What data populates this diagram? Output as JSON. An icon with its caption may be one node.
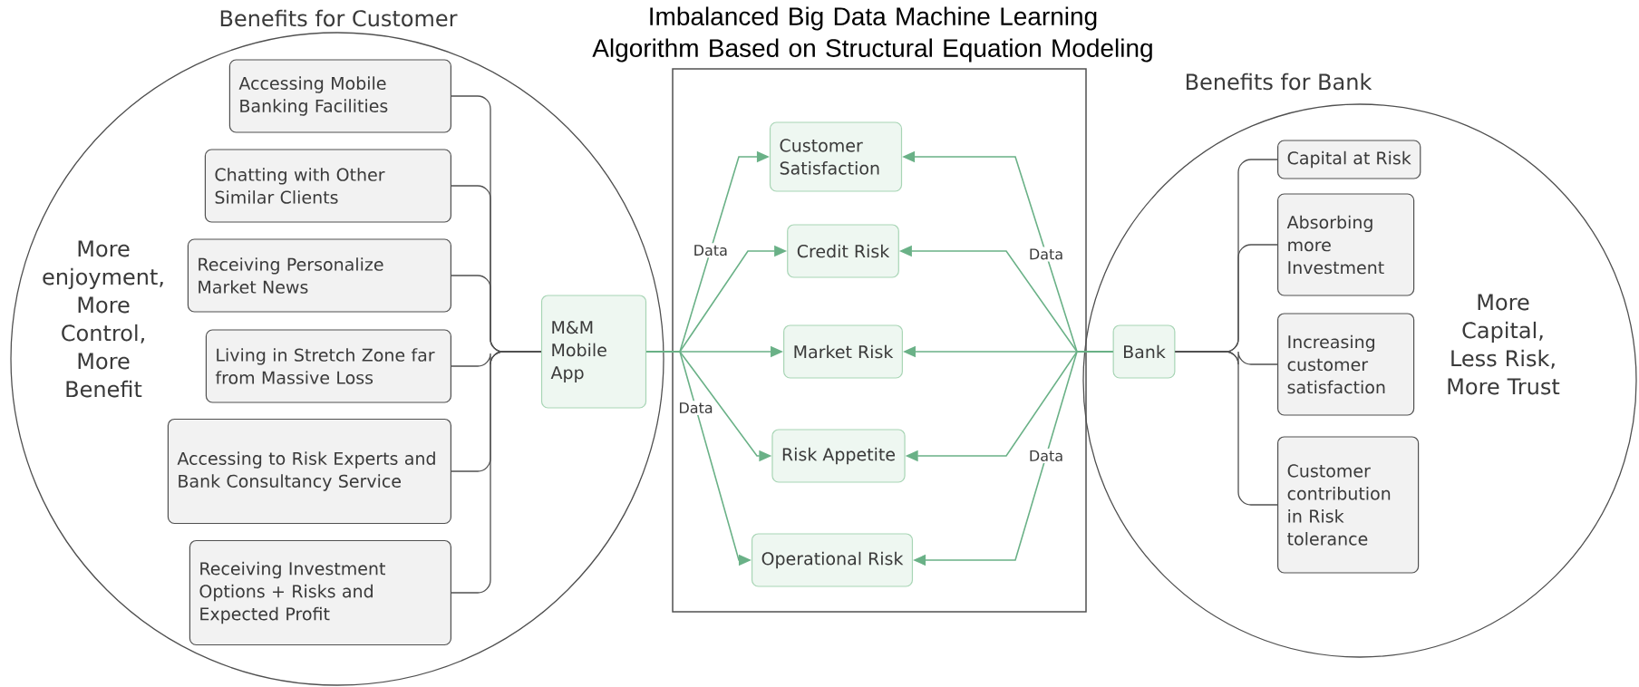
{
  "diagram": {
    "title": "Imbalanced Big Data Machine Learning Algorithm Based on Structural Equation Modeling",
    "nodes": [
      {
        "text": [
          "Benefits for Customer",
          "More enjoyment, More Control, More Benefit"
        ]
      },
      {
        "text": [
          "Accessing Mobile Banking Facilities"
        ],
        "in": 0
      },
      {
        "text": [
          "Chatting with Other Similar Clients"
        ],
        "in": 0
      },
      {
        "text": [
          "Receiving Personalize Market News"
        ],
        "in": 0
      },
      {
        "text": [
          "Living in Stretch Zone far from Massive Loss"
        ],
        "in": 0
      },
      {
        "text": [
          "Accessing to Risk Experts and Bank Consultancy Service"
        ],
        "in": 0
      },
      {
        "text": [
          "Receiving Investment Options + Risks and Expected Profit"
        ],
        "in": 0
      },
      {
        "text": [
          "M&M Mobile App"
        ],
        "in": 0
      },
      {
        "text": [],
        "shape": "box"
      },
      {
        "text": [
          "Customer Satisfaction"
        ],
        "in": 8
      },
      {
        "text": [
          "Credit Risk"
        ],
        "in": 8
      },
      {
        "text": [
          "Market Risk"
        ],
        "in": 8
      },
      {
        "text": [
          "Risk Appetite"
        ],
        "in": 8
      },
      {
        "text": [
          "Operational Risk"
        ],
        "in": 8
      },
      {
        "text": [
          "Benefits for Bank",
          "More Capital, Less Risk, More Trust"
        ]
      },
      {
        "text": [
          "Bank"
        ],
        "in": 14
      },
      {
        "text": [
          "Capital at Risk"
        ],
        "in": 14
      },
      {
        "text": [
          "Absorbing more Investment"
        ],
        "in": 14
      },
      {
        "text": [
          "Increasing customer satisfaction"
        ],
        "in": 14
      },
      {
        "text": [
          "Customer contribution in Risk tolerance"
        ],
        "in": 14
      }
    ],
    "edges": [
      {
        "from": 1,
        "to": 7,
        "arrow": "none"
      },
      {
        "from": 2,
        "to": 7,
        "arrow": "none"
      },
      {
        "from": 3,
        "to": 7,
        "arrow": "none"
      },
      {
        "from": 4,
        "to": 7,
        "arrow": "none"
      },
      {
        "from": 5,
        "to": 7,
        "arrow": "none"
      },
      {
        "from": 6,
        "to": 7,
        "arrow": "none"
      },
      {
        "from": 7,
        "to": 9,
        "arrow": "to",
        "label": "Data",
        "color": "#6ab187"
      },
      {
        "from": 7,
        "to": 10,
        "arrow": "to",
        "color": "#6ab187"
      },
      {
        "from": 7,
        "to": 11,
        "arrow": "to",
        "color": "#6ab187"
      },
      {
        "from": 7,
        "to": 12,
        "arrow": "to",
        "color": "#6ab187"
      },
      {
        "from": 7,
        "to": 13,
        "arrow": "to",
        "label": "Data",
        "color": "#6ab187"
      },
      {
        "from": 15,
        "to": 9,
        "arrow": "to",
        "label": "Data",
        "color": "#6ab187"
      },
      {
        "from": 15,
        "to": 10,
        "arrow": "to",
        "color": "#6ab187"
      },
      {
        "from": 15,
        "to": 11,
        "arrow": "to",
        "color": "#6ab187"
      },
      {
        "from": 15,
        "to": 12,
        "arrow": "to",
        "color": "#6ab187"
      },
      {
        "from": 15,
        "to": 13,
        "arrow": "to",
        "label": "Data",
        "color": "#6ab187"
      },
      {
        "from": 15,
        "to": 16,
        "arrow": "none"
      },
      {
        "from": 15,
        "to": 17,
        "arrow": "none"
      },
      {
        "from": 15,
        "to": 18,
        "arrow": "none"
      },
      {
        "from": 15,
        "to": 19,
        "arrow": "none"
      }
    ]
  }
}
